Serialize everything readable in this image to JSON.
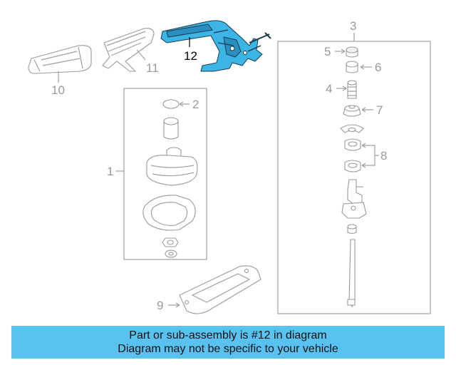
{
  "diagram": {
    "highlight_color": "#3bb5e6",
    "callouts": {
      "c1": "1",
      "c2": "2",
      "c3": "3",
      "c4": "4",
      "c5": "5",
      "c6": "6",
      "c7": "7",
      "c8": "8",
      "c9": "9",
      "c10": "10",
      "c11": "11",
      "c12": "12"
    }
  },
  "banner": {
    "line1": "Part or sub-assembly is #12 in diagram",
    "line2": "Diagram may not be specific to your vehicle",
    "color": "#5ac2f0"
  }
}
